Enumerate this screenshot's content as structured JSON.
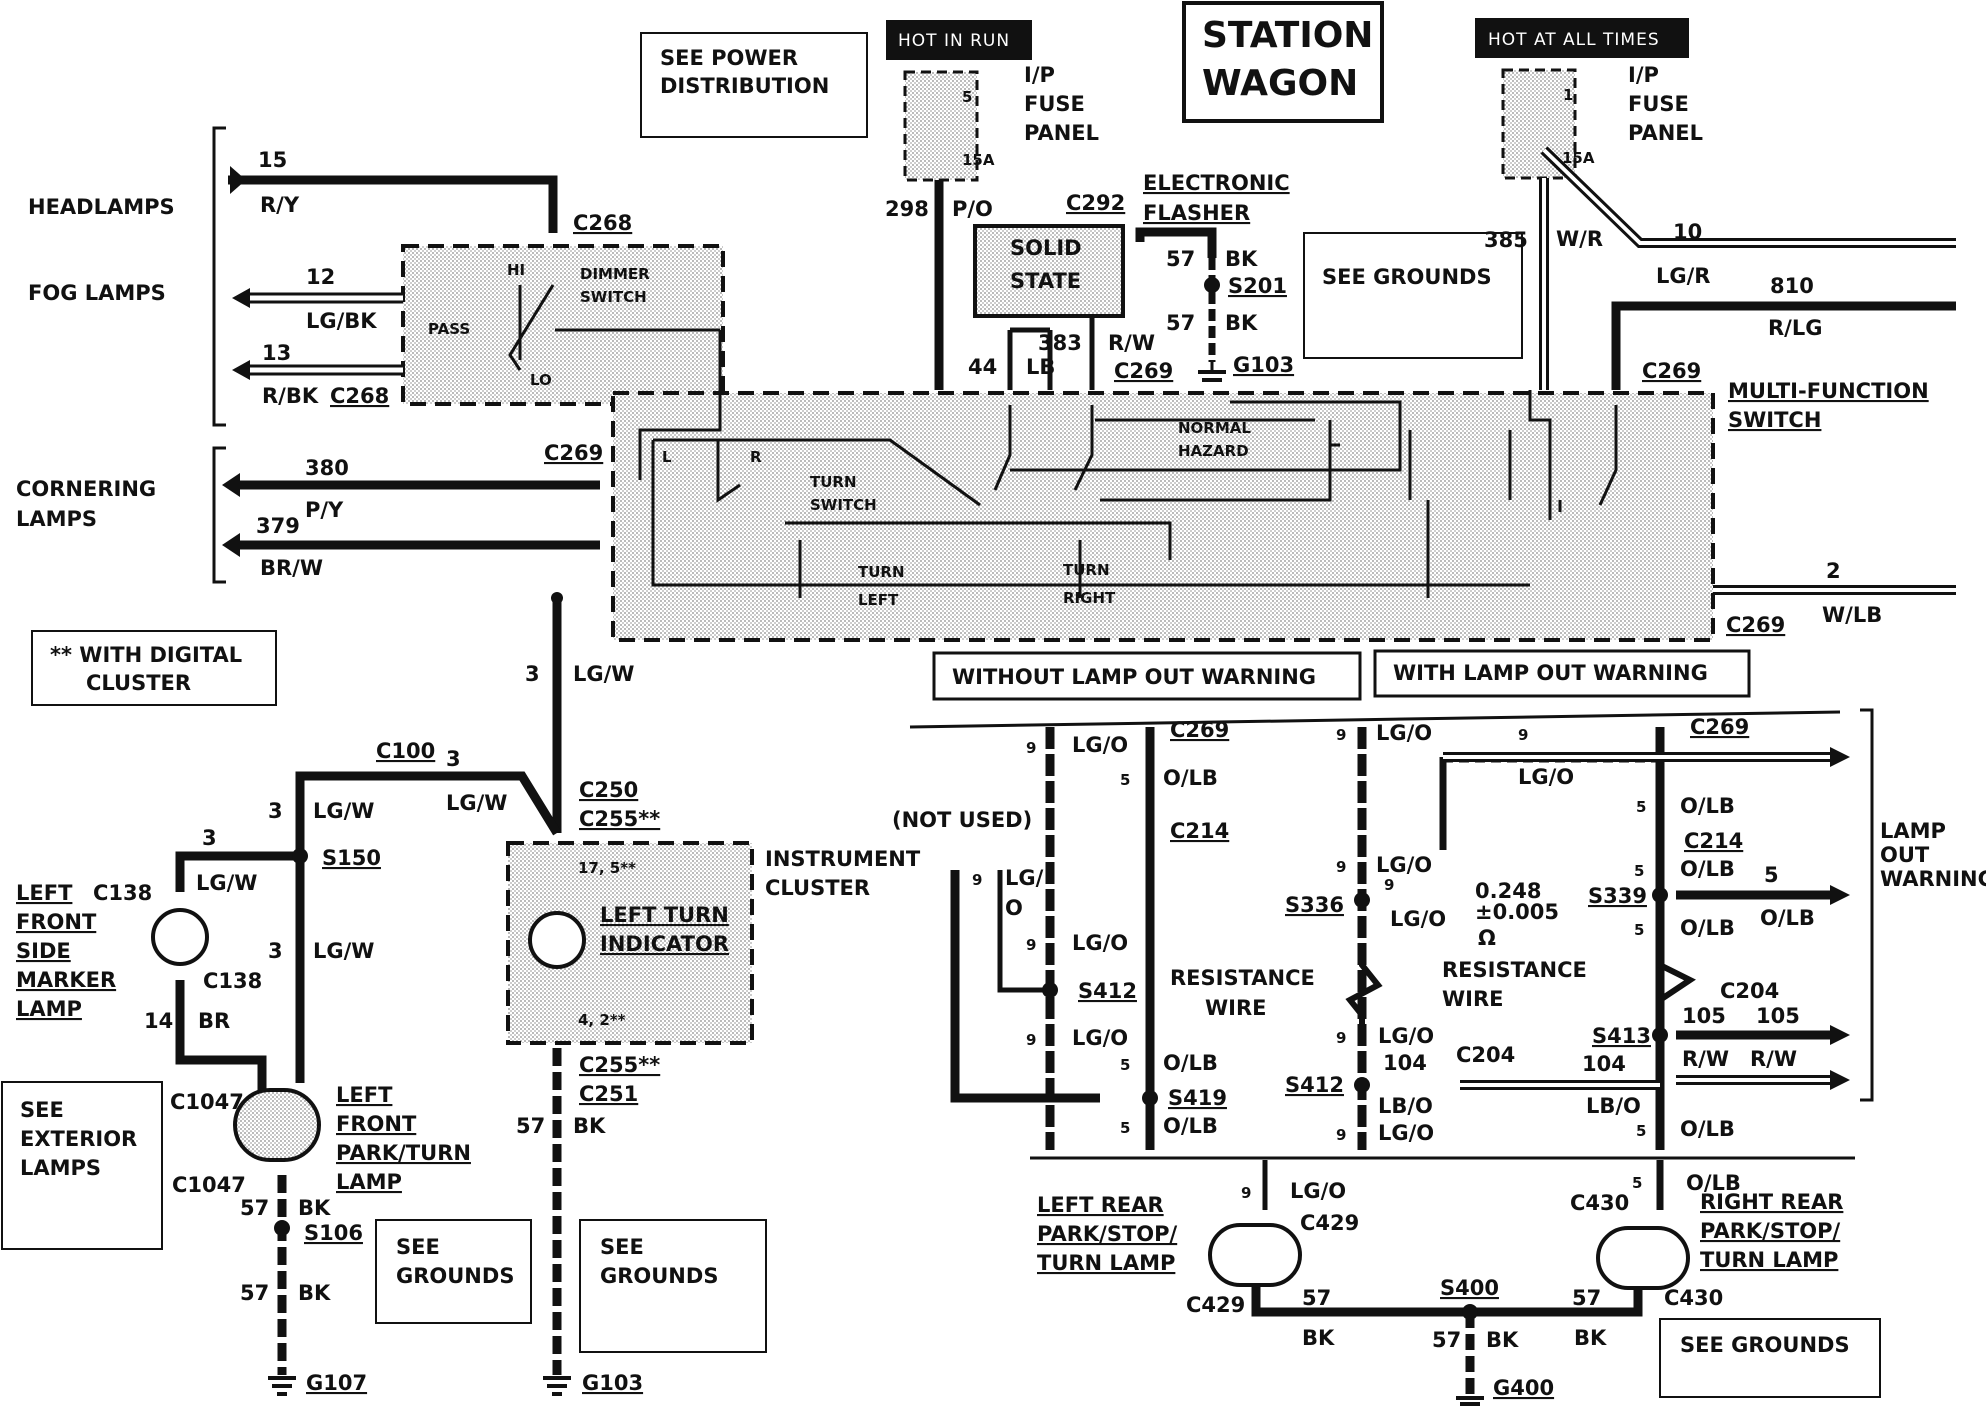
{
  "title": [
    "STATION",
    "WAGON"
  ],
  "tags": {
    "hot_in_run": "HOT IN RUN",
    "hot_at_all_times": "HOT AT ALL TIMES"
  },
  "boxes": {
    "power_distribution": [
      "SEE POWER",
      "DISTRIBUTION"
    ],
    "digital_cluster": [
      "** WITH DIGITAL",
      "CLUSTER"
    ],
    "exterior_lamps": [
      "SEE",
      "EXTERIOR",
      "LAMPS"
    ],
    "grounds": [
      "SEE",
      "GROUNDS"
    ],
    "grounds_inline": "SEE GROUNDS",
    "without_lamp_out": "WITHOUT LAMP OUT WARNING",
    "with_lamp_out": "WITH LAMP OUT WARNING",
    "solid_state": [
      "SOLID",
      "STATE"
    ]
  },
  "side_labels": {
    "headlamps": "HEADLAMPS",
    "fog_lamps": "FOG LAMPS",
    "cornering_lamps": [
      "CORNERING",
      "LAMPS"
    ],
    "lamp_out_warning": [
      "LAMP",
      "OUT",
      "WARNING"
    ]
  },
  "components": {
    "fuse_panel": [
      "I/P",
      "FUSE",
      "PANEL"
    ],
    "fuse_left": {
      "num": "5",
      "amp": "15A"
    },
    "fuse_right": {
      "num": "1",
      "amp": "15A"
    },
    "electronic_flasher": [
      "ELECTRONIC",
      "FLASHER"
    ],
    "multi_function_switch": [
      "MULTI-FUNCTION",
      "SWITCH"
    ],
    "dimmer_switch": [
      "DIMMER",
      "SWITCH"
    ],
    "switch_positions": {
      "hi": "HI",
      "lo": "LO",
      "pass": "PASS",
      "l": "L",
      "r": "R",
      "normal": "NORMAL",
      "hazard": "HAZARD"
    },
    "turn_switch": [
      "TURN",
      "SWITCH"
    ],
    "turn_left": [
      "TURN",
      "LEFT"
    ],
    "turn_right": [
      "TURN",
      "RIGHT"
    ],
    "instrument_cluster": [
      "INSTRUMENT",
      "CLUSTER"
    ],
    "left_turn_indicator": [
      "LEFT TURN",
      "INDICATOR"
    ],
    "left_front_side_marker": [
      "LEFT",
      "FRONT",
      "SIDE",
      "MARKER",
      "LAMP"
    ],
    "left_front_park_turn": [
      "LEFT",
      "FRONT",
      "PARK/TURN",
      "LAMP"
    ],
    "left_rear_lamp": [
      "LEFT REAR",
      "PARK/STOP/",
      "TURN LAMP"
    ],
    "right_rear_lamp": [
      "RIGHT REAR",
      "PARK/STOP/",
      "TURN LAMP"
    ],
    "resistance_wire": [
      "RESISTANCE",
      "WIRE"
    ],
    "resistance_value": [
      "0.248",
      "±0.005",
      "Ω"
    ],
    "not_used": "(NOT USED)"
  },
  "connectors": {
    "c268": "C268",
    "c269": "C269",
    "c292": "C292",
    "c100": "C100",
    "c250": "C250",
    "c255": "C255**",
    "c251": "C251",
    "c138": "C138",
    "c1047": "C1047",
    "c214": "C214",
    "c204": "C204",
    "c429": "C429",
    "c430": "C430",
    "s150": "S150",
    "s106": "S106",
    "s201": "S201",
    "s336": "S336",
    "s339": "S339",
    "s412": "S412",
    "s413": "S413",
    "s419": "S419",
    "s400": "S400",
    "g103": "G103",
    "g107": "G107",
    "g400": "G400",
    "pins_top": "17, 5**",
    "pins_bottom": "4, 2**"
  },
  "wires": {
    "w15": {
      "num": "15",
      "color": "R/Y"
    },
    "w12": {
      "num": "12",
      "color": "LG/BK"
    },
    "w13": {
      "num": "13",
      "color": "R/BK"
    },
    "w380": {
      "num": "380",
      "color": "P/Y"
    },
    "w379": {
      "num": "379",
      "color": "BR/W"
    },
    "w298": {
      "num": "298",
      "color": "P/O"
    },
    "w57": {
      "num": "57",
      "color": "BK"
    },
    "w44": {
      "num": "44"
    },
    "w383": {
      "num": "383",
      "color": "LB"
    },
    "w383b": {
      "color": "R/W"
    },
    "w385": {
      "num": "385",
      "color": "W/R"
    },
    "w10": {
      "num": "10",
      "color": "LG/R"
    },
    "w810": {
      "num": "810",
      "color": "R/LG"
    },
    "w2": {
      "num": "2",
      "color": "W/LB"
    },
    "w3": {
      "num": "3",
      "color": "LG/W"
    },
    "w14": {
      "num": "14",
      "color": "BR"
    },
    "w9": {
      "num": "9",
      "color": "LG/O"
    },
    "w9split": [
      "LG/",
      "O"
    ],
    "w5": {
      "num": "5",
      "color": "O/LB"
    },
    "w104": {
      "num": "104",
      "color": "LB/O"
    },
    "w105": {
      "num": "105",
      "color": "R/W"
    }
  }
}
